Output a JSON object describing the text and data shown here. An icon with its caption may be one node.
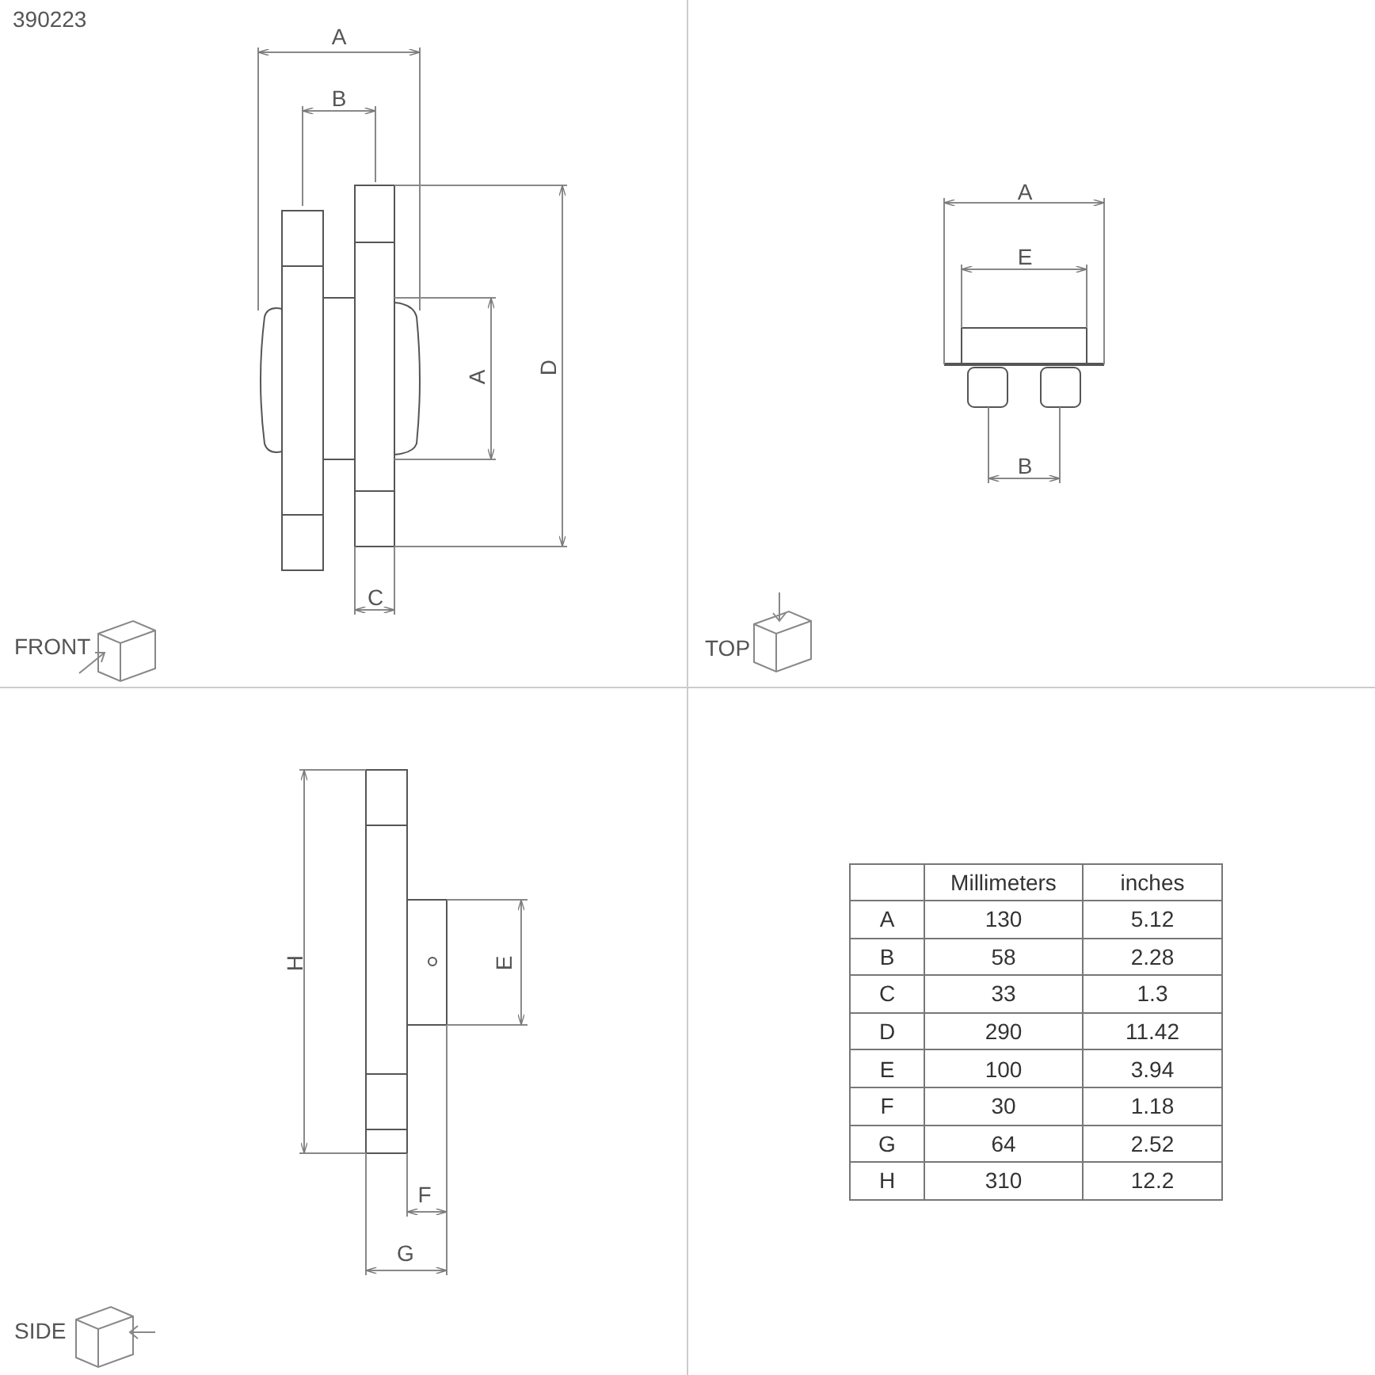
{
  "diagram": {
    "labels": [
      "390223",
      "A",
      "B",
      "A",
      "D",
      "C",
      "FRONT",
      "A",
      "E",
      "B",
      "TOP",
      "H",
      "E",
      "F",
      "G",
      "SIDE",
      "Millimeters",
      "inches",
      "A",
      "130",
      "5.12",
      "B",
      "58",
      "2.28",
      "C",
      "33",
      "1.3",
      "D",
      "290",
      "11.42",
      "E",
      "100",
      "3.94",
      "F",
      "30",
      "1.18",
      "G",
      "64",
      "2.52",
      "H",
      "310",
      "12.2"
    ]
  }
}
